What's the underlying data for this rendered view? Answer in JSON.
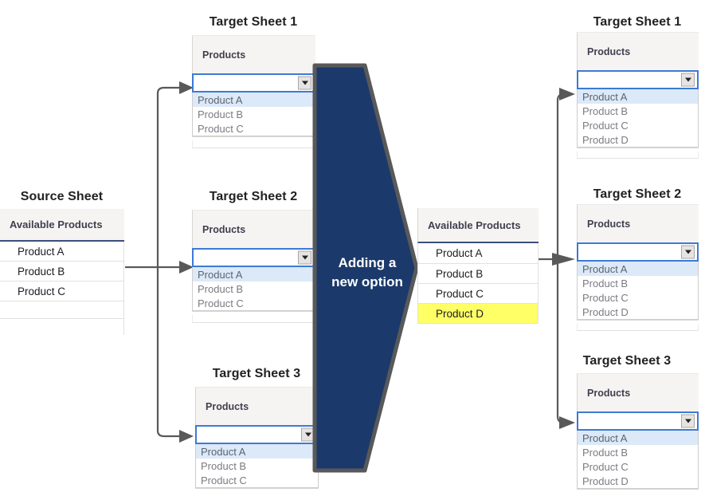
{
  "diagram": {
    "arrow": {
      "label_line1": "Adding a",
      "label_line2": "new option",
      "fill_color": "#1b3a6b",
      "stroke_color": "#595959"
    },
    "colors": {
      "header_bg": "#f6f4f2",
      "header_rule": "#3a4f7a",
      "dropdown_border": "#3d7ad6",
      "selected_item_bg": "#dce9f8",
      "new_option_highlight": "#ffff66",
      "connector": "#595959"
    }
  },
  "source_sheet": {
    "title": "Source Sheet",
    "header": "Available Products",
    "rows": [
      "Product A",
      "Product B",
      "Product C",
      "",
      ""
    ]
  },
  "updated_source_sheet": {
    "header": "Available Products",
    "rows": [
      {
        "label": "Product A",
        "highlight": false
      },
      {
        "label": "Product B",
        "highlight": false
      },
      {
        "label": "Product C",
        "highlight": false
      },
      {
        "label": "Product D",
        "highlight": true
      }
    ]
  },
  "before_targets": [
    {
      "title": "Target Sheet 1",
      "column_header": "Products",
      "selected_value": "",
      "options": [
        "Product A",
        "Product B",
        "Product C"
      ]
    },
    {
      "title": "Target Sheet 2",
      "column_header": "Products",
      "selected_value": "",
      "options": [
        "Product A",
        "Product B",
        "Product C"
      ]
    },
    {
      "title": "Target Sheet 3",
      "column_header": "Products",
      "selected_value": "",
      "options": [
        "Product A",
        "Product B",
        "Product C"
      ]
    }
  ],
  "after_targets": [
    {
      "title": "Target Sheet 1",
      "column_header": "Products",
      "selected_value": "",
      "options": [
        "Product A",
        "Product B",
        "Product C",
        "Product D"
      ]
    },
    {
      "title": "Target Sheet 2",
      "column_header": "Products",
      "selected_value": "",
      "options": [
        "Product A",
        "Product B",
        "Product C",
        "Product D"
      ]
    },
    {
      "title": "Target Sheet 3",
      "column_header": "Products",
      "selected_value": "",
      "options": [
        "Product A",
        "Product B",
        "Product C",
        "Product D"
      ]
    }
  ]
}
